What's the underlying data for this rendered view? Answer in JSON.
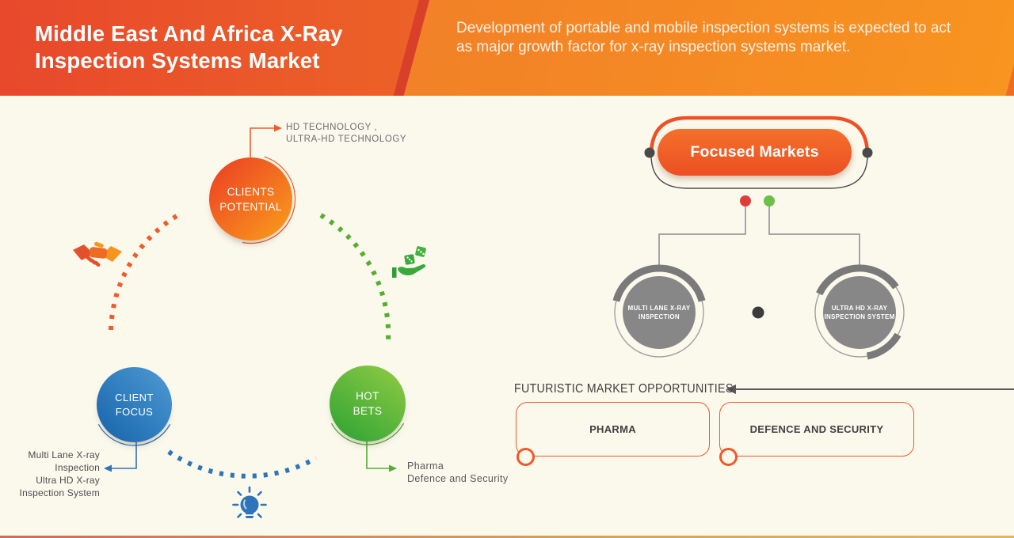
{
  "header": {
    "title_lines": [
      "Middle East And Africa X-Ray",
      "Inspection Systems Market"
    ],
    "description": "Development of portable and mobile inspection systems is expected to act as major growth factor for x-ray inspection systems market."
  },
  "left_diagram": {
    "clients_potential": {
      "label_lines": [
        "CLIENTS",
        "POTENTIAL"
      ],
      "callout_lines": [
        "HD TECHNOLOGY ,",
        "ULTRA-HD TECHNOLOGY"
      ]
    },
    "client_focus": {
      "label_lines": [
        "CLIENT",
        "FOCUS"
      ],
      "callout_lines": [
        "Multi Lane X-ray",
        "Inspection",
        "Ultra HD X-ray",
        "Inspection System"
      ]
    },
    "hot_bets": {
      "label_lines": [
        "HOT",
        "BETS"
      ],
      "callout_lines": [
        "Pharma",
        "Defence and Security"
      ]
    }
  },
  "right_diagram": {
    "focused_markets_label": "Focused Markets",
    "nodes": [
      {
        "lines": [
          "MULTI LANE X-RAY",
          "INSPECTION"
        ]
      },
      {
        "lines": [
          "ULTRA HD X-RAY",
          "INSPECTION SYSTEM"
        ]
      }
    ],
    "opportunities_title": "FUTURISTIC MARKET OPPORTUNITIES",
    "opportunity_items": [
      "PHARMA",
      "DEFENCE AND SECURITY"
    ]
  },
  "icons": {
    "handshake": "handshake-icon",
    "dice_hand": "dice-in-hand-icon",
    "lightbulb": "lightbulb-icon"
  },
  "colors": {
    "header_left": "#e8482c",
    "header_right": "#f89420",
    "accent_orange": "#f15a29",
    "blue": "#2d74ba",
    "green": "#3fae2a",
    "node_gray": "#878787",
    "background": "#fbf8ec",
    "text_gray": "#6d6e71",
    "text_dark": "#414042",
    "red_pin": "#e23c39",
    "green_pin": "#6cbf47"
  }
}
